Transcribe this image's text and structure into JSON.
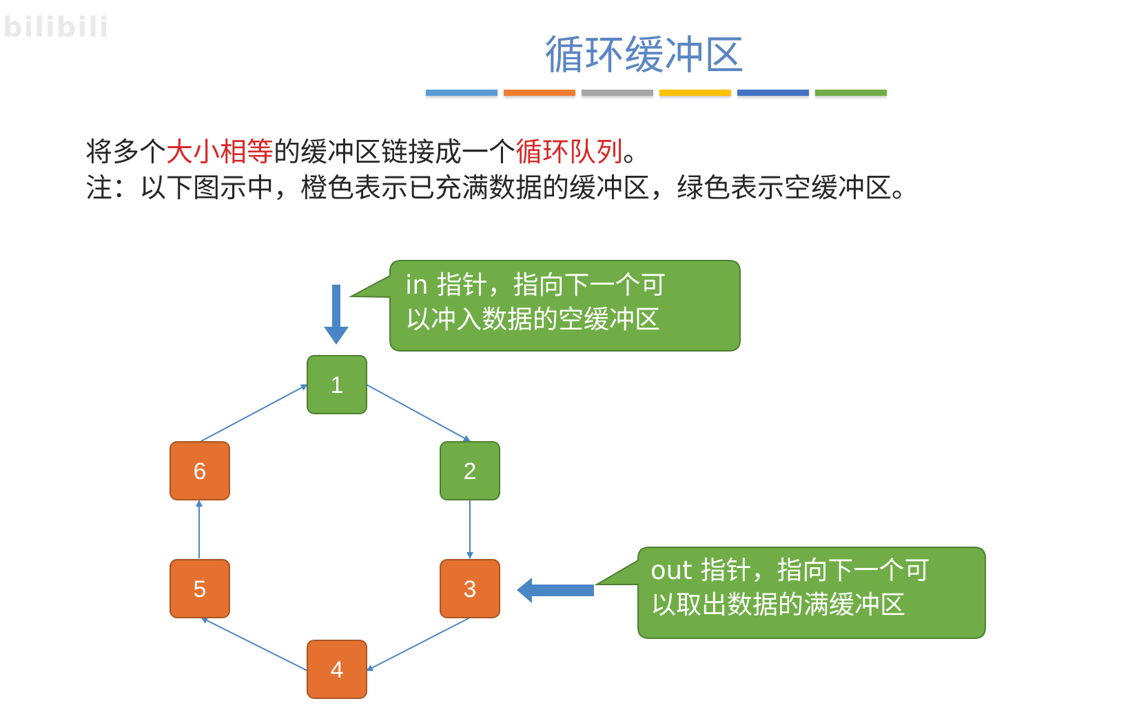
{
  "watermark": "bilibili",
  "title": "循环缓冲区",
  "colors": {
    "title": "#5b86c3",
    "bars": [
      "#5b9bd5",
      "#ed7d31",
      "#a5a5a5",
      "#ffc000",
      "#4472c4",
      "#70ad47"
    ],
    "empty_buffer": "#70ad47",
    "full_buffer": "#e4712f",
    "arrow": "#4a86c5",
    "highlight": "#d62828"
  },
  "intro": {
    "line1_a": "将多个",
    "line1_b": "大小相等",
    "line1_c": "的缓冲区链接成一个",
    "line1_d": "循环队列",
    "line1_e": "。",
    "line2": "注：以下图示中，橙色表示已充满数据的缓冲区，绿色表示空缓冲区。"
  },
  "buffers": [
    {
      "label": "1",
      "state": "empty"
    },
    {
      "label": "2",
      "state": "empty"
    },
    {
      "label": "3",
      "state": "full"
    },
    {
      "label": "4",
      "state": "full"
    },
    {
      "label": "5",
      "state": "full"
    },
    {
      "label": "6",
      "state": "full"
    }
  ],
  "callouts": {
    "in_line1": "in 指针，指向下一个可",
    "in_line2": "以冲入数据的空缓冲区",
    "out_line1": "out 指针，指向下一个可",
    "out_line2": "以取出数据的满缓冲区"
  }
}
